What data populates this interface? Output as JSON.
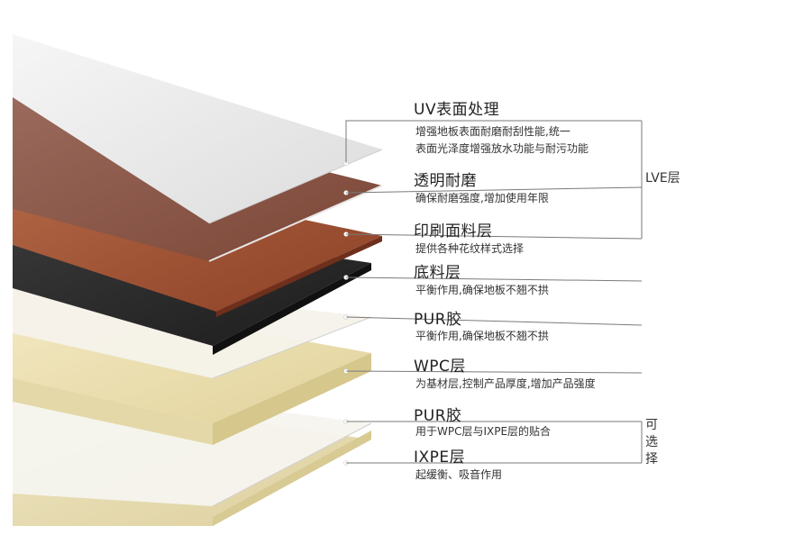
{
  "layers": [
    {
      "title": "UV表面处理",
      "desc": [
        "增强地板表面耐磨耐刮性能,统一",
        "表面光泽度增强放水功能与耐污功能"
      ]
    },
    {
      "title": "透明耐磨",
      "desc": [
        "确保耐磨强度,增加使用年限"
      ]
    },
    {
      "title": "印刷面料层",
      "desc": [
        "提供各种花纹样式选择"
      ]
    },
    {
      "title": "底料层",
      "desc": [
        "平衡作用,确保地板不翘不拱"
      ]
    },
    {
      "title": "PUR胶",
      "desc": [
        "平衡作用,确保地板不翘不拱"
      ]
    },
    {
      "title": "WPC层",
      "desc": [
        "为基材层,控制产品厚度,增加产品强度"
      ]
    },
    {
      "title": "PUR胶",
      "desc": [
        "用于WPC层与IXPE层的贴合"
      ]
    },
    {
      "title": "IXPE层",
      "desc": [
        "起缓衡、吸音作用"
      ]
    }
  ],
  "groups": {
    "lve": "LVE层",
    "optional": [
      "可",
      "选",
      "择"
    ]
  },
  "colors": {
    "uv": "#efefef",
    "wood": "#8a5546",
    "print": "#a5573a",
    "base": "#2a2a2a",
    "pur": "#f4f1ea",
    "wpc": "#eadfb4",
    "ixpe": "#e9dfb5",
    "line": "#7a7a7a"
  }
}
